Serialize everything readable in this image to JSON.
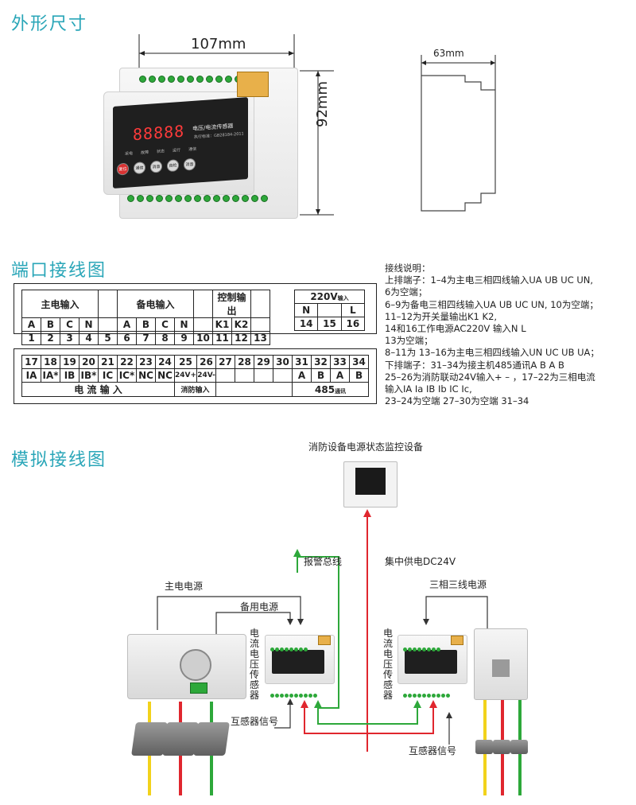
{
  "section1": {
    "title": "外形尺寸",
    "width_label": "107mm",
    "height_label": "92mm",
    "depth_label": "63mm",
    "device": {
      "display_digits": "88888",
      "name": "电压/电流传感器",
      "standard": "执行标准：GB28184-2011",
      "indicators": [
        "采电",
        "故障",
        "状态",
        "运行",
        "通信"
      ],
      "buttons": [
        "复位",
        "通信",
        "消音",
        "自检",
        "消音"
      ]
    }
  },
  "section2": {
    "title": "端口接线图",
    "table_top": {
      "groups": [
        {
          "label": "主电输入"
        },
        {
          "label": "备电输入"
        },
        {
          "label": "控制输出"
        },
        {
          "label": "220V",
          "suffix": "输入"
        }
      ],
      "signals": [
        "A",
        "B",
        "C",
        "N",
        "",
        "A",
        "B",
        "C",
        "N",
        "",
        "K1",
        "K2",
        ""
      ],
      "numbers": [
        "1",
        "2",
        "3",
        "4",
        "5",
        "6",
        "7",
        "8",
        "9",
        "10",
        "11",
        "12",
        "13"
      ],
      "right_signals": [
        "N",
        "",
        "L"
      ],
      "right_numbers": [
        "14",
        "15",
        "16"
      ]
    },
    "table_bottom": {
      "numbers": [
        "17",
        "18",
        "19",
        "20",
        "21",
        "22",
        "23",
        "24",
        "25",
        "26",
        "27",
        "28",
        "29",
        "30",
        "31",
        "32",
        "33",
        "34"
      ],
      "signals": [
        "IA",
        "IA*",
        "IB",
        "IB*",
        "IC",
        "IC*",
        "NC",
        "NC",
        "24V+",
        "24V-",
        "",
        "",
        "",
        "",
        "A",
        "B",
        "A",
        "B"
      ],
      "group_current": "电 流 输 入",
      "group_fire": "消防输入",
      "group_485": "485",
      "group_485_suffix": "通讯"
    },
    "notes": [
      "接线说明：",
      "上排端子：1–4为主电三相四线输入UA UB UC UN,",
      "6为空端；",
      "6–9为备电三相四线输入UA UB UC UN, 10为空端；",
      "11–12为开关量输出K1 K2,",
      "14和16工作电源AC220V 输入N  L",
      "13为空端；",
      "8–11为 13–16为主电三相四线输入UN UC UB UA；",
      "下排端子：31–34为接主机485通讯A B A B",
      "25–26为消防联动24V输入+ – ，17–22为三相电流",
      "输入IA Ia IB Ib IC Ic,",
      "23–24为空端 27–30为空端 31–34"
    ]
  },
  "section3": {
    "title": "模拟接线图",
    "monitor_label": "消防设备电源状态监控设备",
    "alarm_bus": "报警总线",
    "dc24v": "集中供电DC24V",
    "main_power": "主电电源",
    "backup_power": "备用电源",
    "three_phase": "三相三线电源",
    "sensor_label_left": "电流电压传感器",
    "sensor_label_right": "电流电压传感器",
    "ct_signal_left": "互感器信号",
    "ct_signal_right": "互感器信号"
  },
  "colors": {
    "title": "#2aa6b8",
    "wire_red": "#e0262e",
    "wire_green": "#2da83a",
    "wire_yellow": "#f2d21b",
    "line_dark": "#222222"
  }
}
